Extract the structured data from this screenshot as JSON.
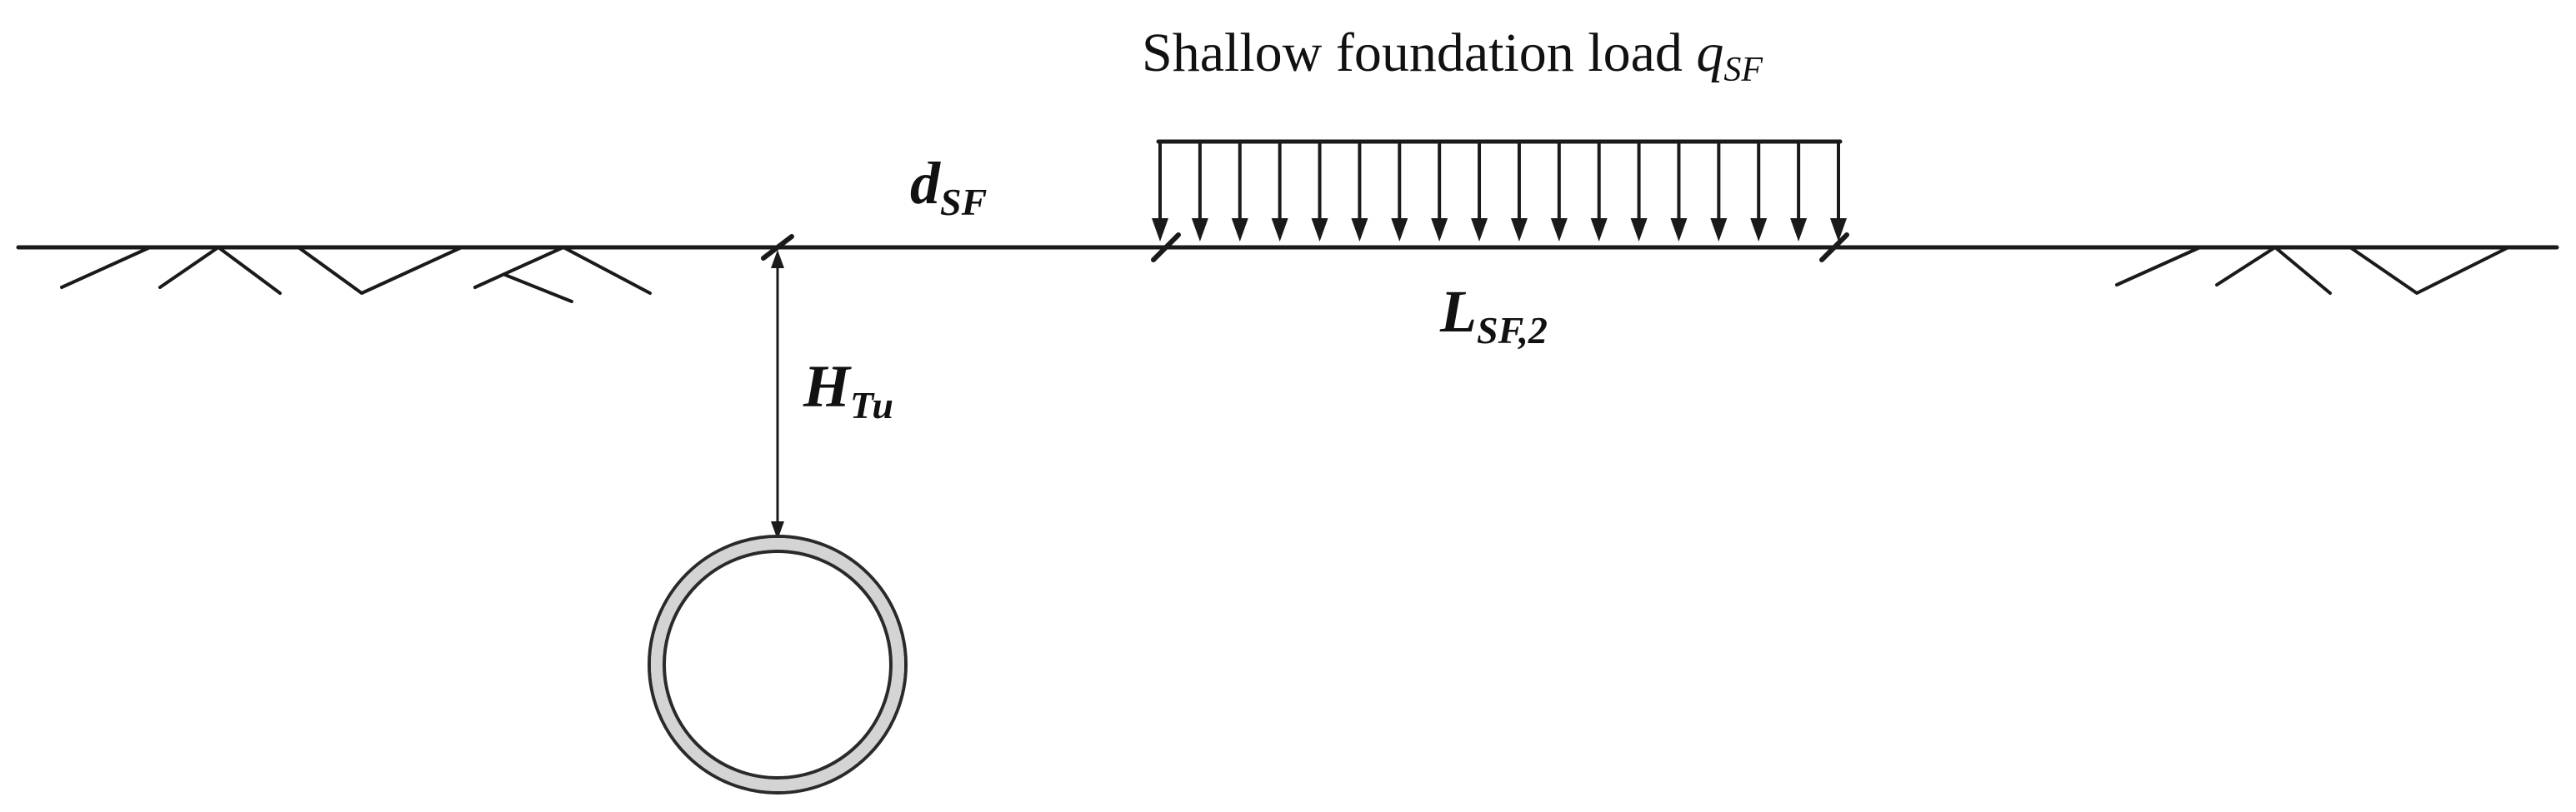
{
  "title": {
    "text": "Shallow foundation load ",
    "symbol": "q",
    "symbol_sub": "SF"
  },
  "labels": {
    "embedment": {
      "main": "d",
      "sub": "SF"
    },
    "length": {
      "main": "L",
      "sub": "SF,2"
    },
    "depth": {
      "main": "H",
      "sub": "Tu"
    }
  },
  "load_arrow_count": 18,
  "colors": {
    "line": "#1a1a1a",
    "background": "#ffffff"
  }
}
